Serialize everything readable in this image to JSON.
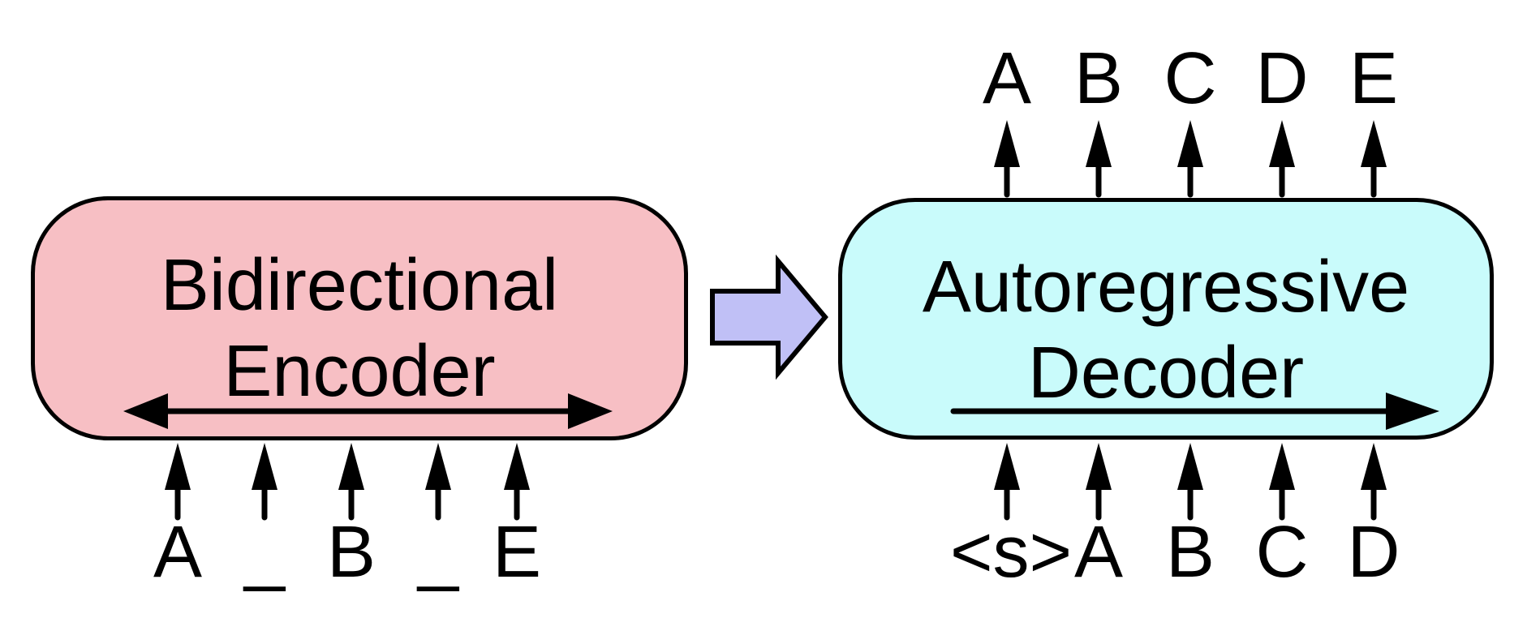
{
  "figure": {
    "encoder": {
      "title_line1": "Bidirectional",
      "title_line2": "Encoder",
      "fill_color": "#f7bfc4",
      "input_tokens": [
        "A",
        "_",
        "B",
        "_",
        "E"
      ]
    },
    "connector": {
      "fill": "#c0c0f6"
    },
    "decoder": {
      "title_line1": "Autoregressive",
      "title_line2": "Decoder",
      "fill_color": "#c9fbfb",
      "output_tokens": [
        "A",
        "B",
        "C",
        "D",
        "E"
      ],
      "input_tokens": [
        "<s>",
        "A",
        "B",
        "C",
        "D"
      ]
    }
  }
}
